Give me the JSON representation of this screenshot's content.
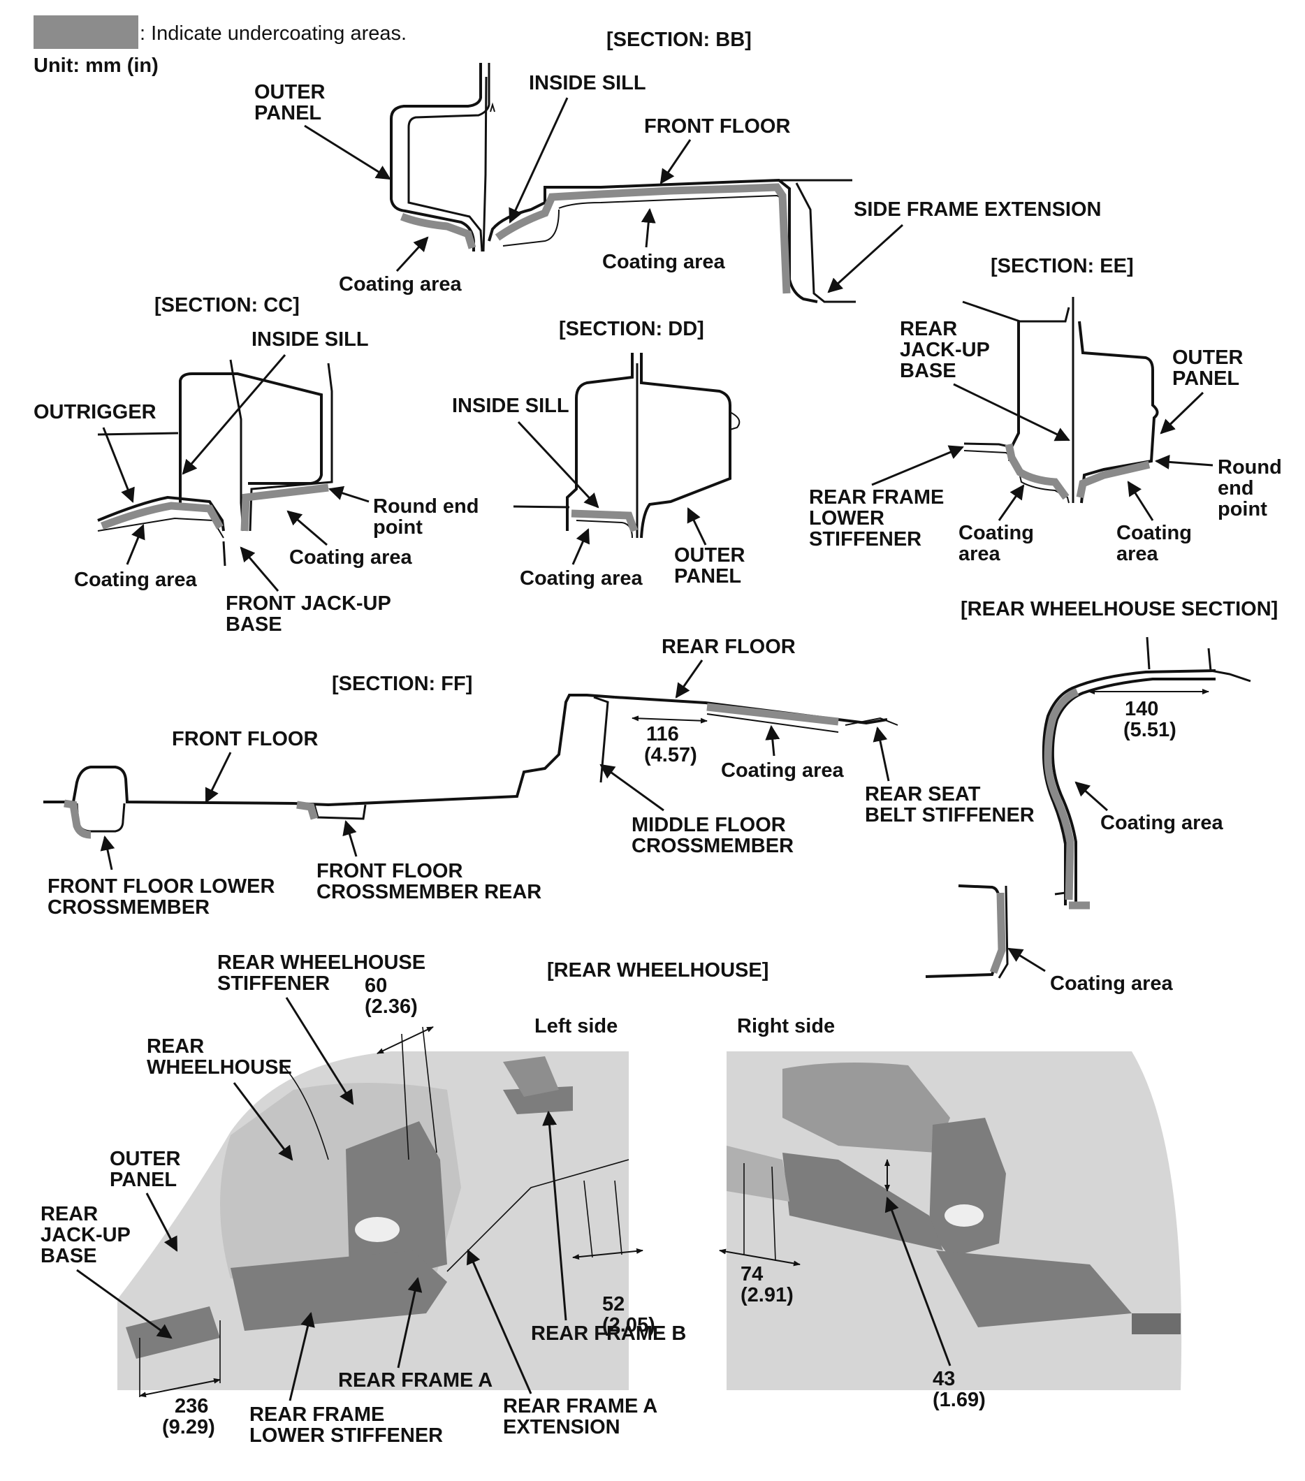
{
  "legend": {
    "text": ": Indicate undercoating areas.",
    "unit": "Unit: mm (in)",
    "swatch_color": "#8c8c8c"
  },
  "colors": {
    "coating": "#8a8a8a",
    "line": "#111111",
    "photo_bg": "#d6d6d6",
    "photo_part": "#7d7d7d"
  },
  "section_bb": {
    "title": "[SECTION: BB]",
    "outer_panel": [
      "OUTER",
      "PANEL"
    ],
    "inside_sill": "INSIDE SILL",
    "front_floor": "FRONT FLOOR",
    "side_frame_extension": "SIDE FRAME EXTENSION",
    "coating_left": "Coating area",
    "coating_right": "Coating area"
  },
  "section_cc": {
    "title": "[SECTION: CC]",
    "inside_sill": "INSIDE SILL",
    "outrigger": "OUTRIGGER",
    "round_end_point": [
      "Round end",
      "point"
    ],
    "coating_right": "Coating area",
    "coating_left": "Coating area",
    "front_jack_up_base": [
      "FRONT JACK-UP",
      "BASE"
    ]
  },
  "section_dd": {
    "title": "[SECTION: DD]",
    "inside_sill": "INSIDE SILL",
    "coating": "Coating area",
    "outer_panel": [
      "OUTER",
      "PANEL"
    ]
  },
  "section_ee": {
    "title": "[SECTION: EE]",
    "rear_jack_up_base": [
      "REAR",
      "JACK-UP",
      "BASE"
    ],
    "outer_panel": [
      "OUTER",
      "PANEL"
    ],
    "round_end_point": [
      "Round",
      "end",
      "point"
    ],
    "rear_frame_lower_stiffener": [
      "REAR FRAME",
      "LOWER",
      "STIFFENER"
    ],
    "coating_left": [
      "Coating",
      "area"
    ],
    "coating_right": [
      "Coating",
      "area"
    ]
  },
  "section_ff": {
    "title": "[SECTION: FF]",
    "rear_floor": "REAR FLOOR",
    "front_floor": "FRONT FLOOR",
    "dim_116": [
      "116",
      "(4.57)"
    ],
    "coating": "Coating area",
    "rear_seat_belt_stiffener": [
      "REAR SEAT",
      "BELT STIFFENER"
    ],
    "middle_floor_crossmember": [
      "MIDDLE FLOOR",
      "CROSSMEMBER"
    ],
    "front_floor_lower_crossmember": [
      "FRONT FLOOR LOWER",
      "CROSSMEMBER"
    ],
    "front_floor_crossmember_rear": [
      "FRONT FLOOR",
      "CROSSMEMBER REAR"
    ]
  },
  "rear_wheelhouse_section": {
    "title": "[REAR WHEELHOUSE SECTION]",
    "dim_140": [
      "140",
      "(5.51)"
    ],
    "coating_1": "Coating area",
    "coating_2": "Coating area"
  },
  "rear_wheelhouse": {
    "title": "[REAR WHEELHOUSE]",
    "left_side": "Left side",
    "right_side": "Right side",
    "rear_wheelhouse_stiffener": [
      "REAR WHEELHOUSE",
      "STIFFENER"
    ],
    "dim_60": [
      "60",
      "(2.36)"
    ],
    "rear_wheelhouse": [
      "REAR",
      "WHEELHOUSE"
    ],
    "outer_panel": [
      "OUTER",
      "PANEL"
    ],
    "rear_jack_up_base": [
      "REAR",
      "JACK-UP",
      "BASE"
    ],
    "dim_52": [
      "52",
      "(2.05)"
    ],
    "rear_frame_b": "REAR FRAME B",
    "rear_frame_a": "REAR FRAME A",
    "rear_frame_a_extension": [
      "REAR FRAME A",
      "EXTENSION"
    ],
    "dim_236": [
      "236",
      "(9.29)"
    ],
    "rear_frame_lower_stiffener": [
      "REAR FRAME",
      "LOWER STIFFENER"
    ],
    "dim_74": [
      "74",
      "(2.91)"
    ],
    "dim_43": [
      "43",
      "(1.69)"
    ]
  }
}
